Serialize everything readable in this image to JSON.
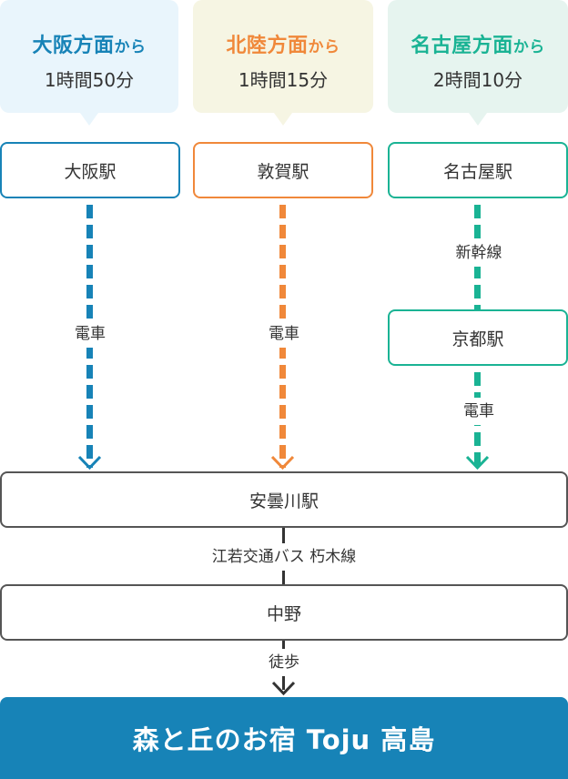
{
  "origins": [
    {
      "city": "大阪方面",
      "suffix": "から",
      "duration": "1時間50分",
      "color": "#1783b7"
    },
    {
      "city": "北陸方面",
      "suffix": "から",
      "duration": "1時間15分",
      "color": "#f0883a"
    },
    {
      "city": "名古屋方面",
      "suffix": "から",
      "duration": "2時間10分",
      "color": "#1ab394"
    }
  ],
  "stations": {
    "osaka": "大阪駅",
    "tsuruga": "敦賀駅",
    "nagoya": "名古屋駅",
    "kyoto": "京都駅",
    "azumino": "安曇川駅",
    "nakano": "中野"
  },
  "lines": {
    "osaka_train": "電車",
    "tsuruga_train": "電車",
    "shinkansen": "新幹線",
    "kyoto_train": "電車",
    "bus": "江若交通バス 朽木線",
    "walk": "徒歩"
  },
  "destination": "森と丘のお宿 Toju 高島",
  "colors": {
    "osaka": "#1783b7",
    "hokuriku": "#f0883a",
    "nagoya": "#1ab394",
    "neutral": "#333333"
  }
}
